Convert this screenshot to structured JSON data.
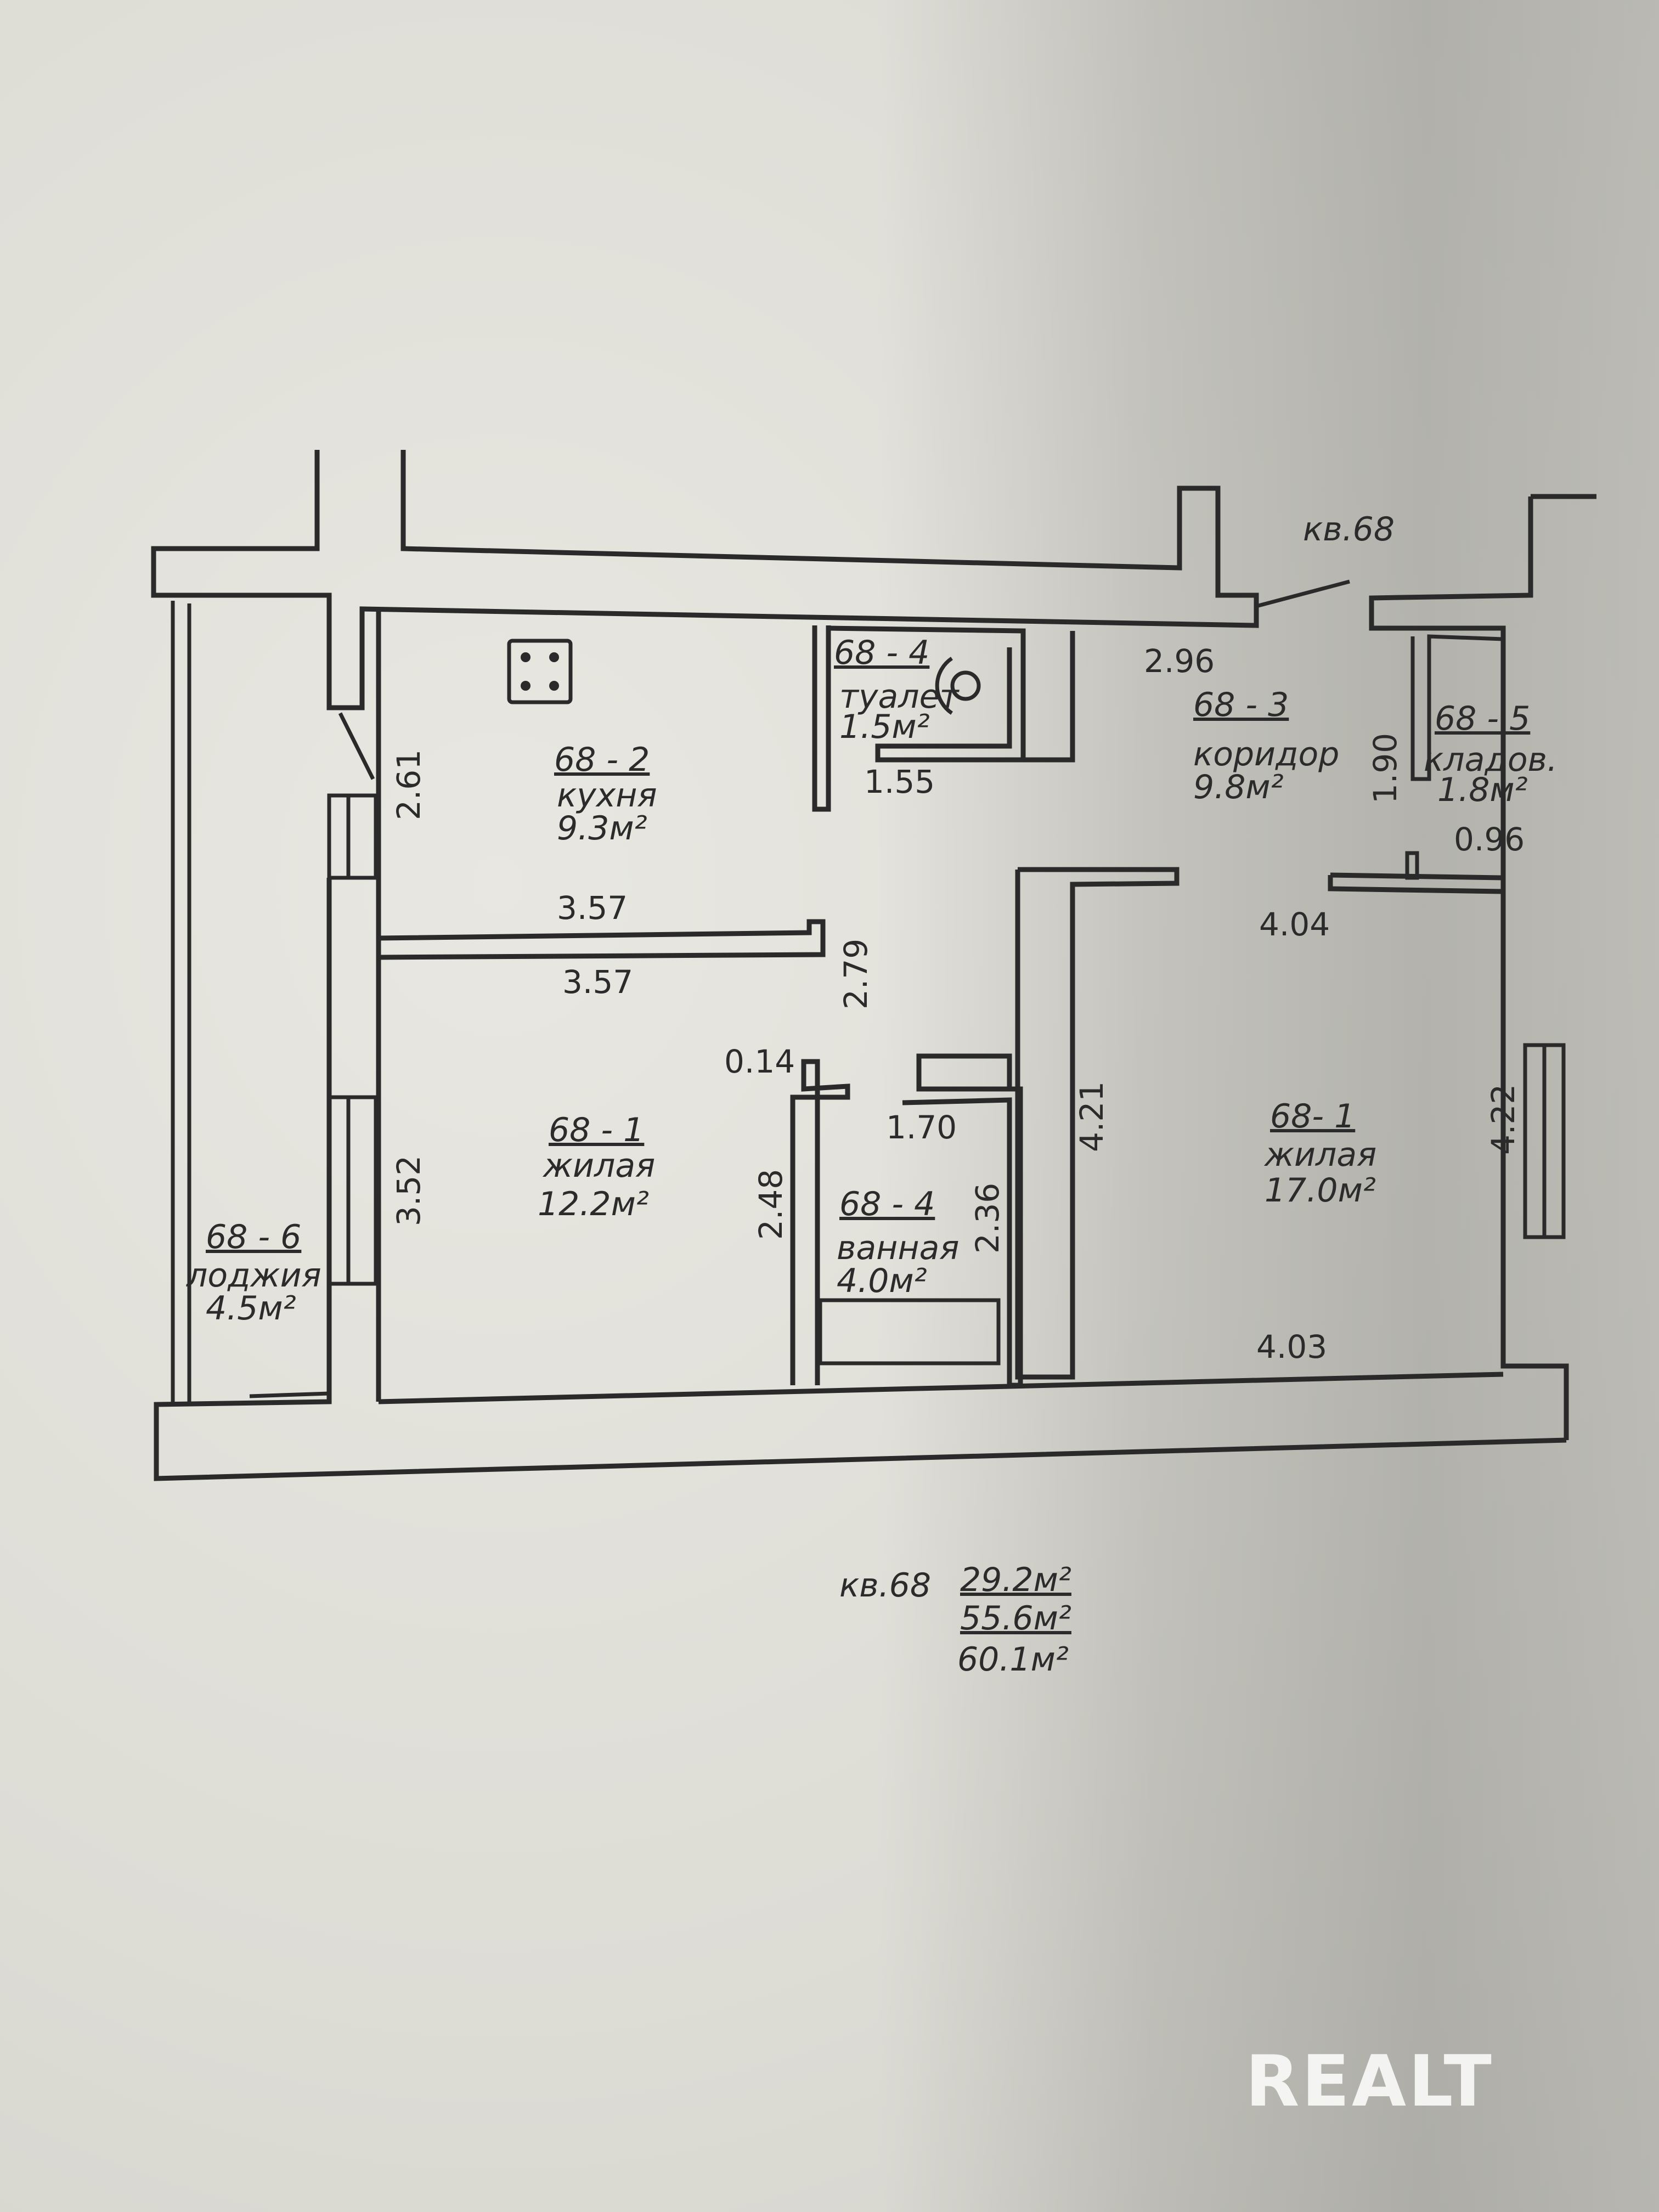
{
  "apartment_label_top": "кв.68",
  "rooms": {
    "kitchen": {
      "code": "68 - 2",
      "name": "кухня",
      "area": "9.3м²"
    },
    "toilet": {
      "code": "68 - 4",
      "name": "туалет",
      "area": "1.5м²"
    },
    "corridor": {
      "code": "68 - 3",
      "name": "коридор",
      "area": "9.8м²"
    },
    "storage": {
      "code": "68 - 5",
      "name": "кладов.",
      "area": "1.8м²"
    },
    "living_left": {
      "code": "68 - 1",
      "name": "жилая",
      "area": "12.2м²"
    },
    "bathroom": {
      "code": "68 - 4",
      "name": "ванная",
      "area": "4.0м²"
    },
    "living_right": {
      "code": "68- 1",
      "name": "жилая",
      "area": "17.0м²"
    },
    "loggia": {
      "code": "68 - 6",
      "name": "лоджия",
      "area": "4.5м²"
    }
  },
  "dimensions": {
    "d_2_61": "2.61",
    "d_2_96": "2.96",
    "d_1_55": "1.55",
    "d_1_90": "1.90",
    "d_0_96": "0.96",
    "d_3_57_a": "3.57",
    "d_3_57_b": "3.57",
    "d_2_79": "2.79",
    "d_4_04": "4.04",
    "d_0_14": "0.14",
    "d_1_70": "1.70",
    "d_3_52": "3.52",
    "d_2_48": "2.48",
    "d_2_36": "2.36",
    "d_4_21": "4.21",
    "d_4_22": "4.22",
    "d_4_03": "4.03"
  },
  "summary": {
    "label": "кв.68",
    "living_area": "29.2м²",
    "total_area": "55.6м²",
    "total_with_loggia": "60.1м²"
  },
  "watermark": "REALT"
}
